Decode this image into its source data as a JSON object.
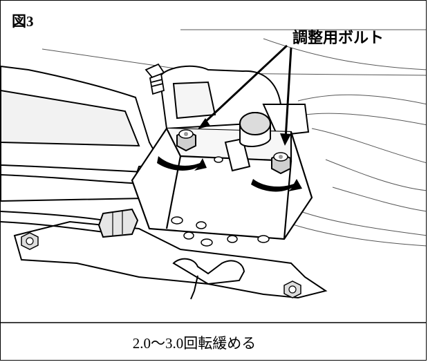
{
  "figure": {
    "label": "図3",
    "callout": "調整用ボルト",
    "caption": "2.0〜3.0回転緩める",
    "icons": [
      "adjusting-bolt-left",
      "adjusting-bolt-right",
      "rotation-arrow-left",
      "rotation-arrow-right",
      "callout-arrow-left",
      "callout-arrow-right"
    ]
  }
}
